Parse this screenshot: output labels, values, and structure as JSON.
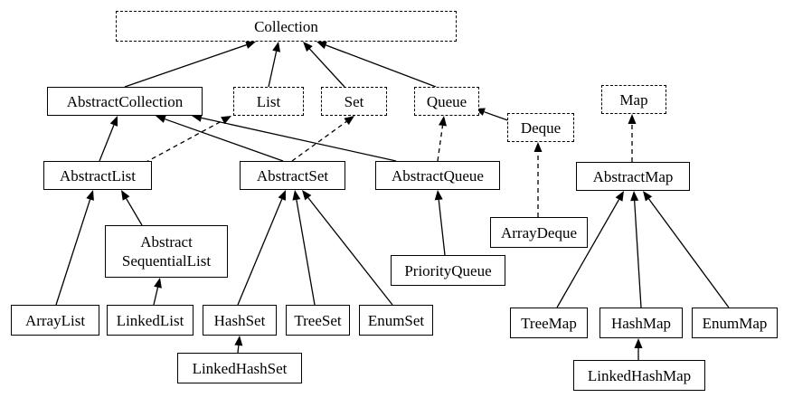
{
  "nodes": {
    "collection": {
      "label": "Collection",
      "kind": "interface"
    },
    "abstract_collection": {
      "label": "AbstractCollection",
      "kind": "class"
    },
    "list": {
      "label": "List",
      "kind": "interface"
    },
    "set": {
      "label": "Set",
      "kind": "interface"
    },
    "queue": {
      "label": "Queue",
      "kind": "interface"
    },
    "deque": {
      "label": "Deque",
      "kind": "interface"
    },
    "map": {
      "label": "Map",
      "kind": "interface"
    },
    "abstract_list": {
      "label": "AbstractList",
      "kind": "class"
    },
    "abstract_set": {
      "label": "AbstractSet",
      "kind": "class"
    },
    "abstract_queue": {
      "label": "AbstractQueue",
      "kind": "class"
    },
    "abstract_map": {
      "label": "AbstractMap",
      "kind": "class"
    },
    "array_deque": {
      "label": "ArrayDeque",
      "kind": "class"
    },
    "abstract_sequential_list": {
      "label_line1": "Abstract",
      "label_line2": "SequentialList",
      "kind": "class"
    },
    "priority_queue": {
      "label": "PriorityQueue",
      "kind": "class"
    },
    "array_list": {
      "label": "ArrayList",
      "kind": "class"
    },
    "linked_list": {
      "label": "LinkedList",
      "kind": "class"
    },
    "hash_set": {
      "label": "HashSet",
      "kind": "class"
    },
    "tree_set": {
      "label": "TreeSet",
      "kind": "class"
    },
    "enum_set": {
      "label": "EnumSet",
      "kind": "class"
    },
    "linked_hash_set": {
      "label": "LinkedHashSet",
      "kind": "class"
    },
    "tree_map": {
      "label": "TreeMap",
      "kind": "class"
    },
    "hash_map": {
      "label": "HashMap",
      "kind": "class"
    },
    "enum_map": {
      "label": "EnumMap",
      "kind": "class"
    },
    "linked_hash_map": {
      "label": "LinkedHashMap",
      "kind": "class"
    }
  },
  "edges": [
    {
      "from": "abstract_collection",
      "to": "collection",
      "style": "solid"
    },
    {
      "from": "list",
      "to": "collection",
      "style": "solid"
    },
    {
      "from": "set",
      "to": "collection",
      "style": "solid"
    },
    {
      "from": "queue",
      "to": "collection",
      "style": "solid"
    },
    {
      "from": "abstract_list",
      "to": "abstract_collection",
      "style": "solid"
    },
    {
      "from": "abstract_list",
      "to": "list",
      "style": "dashed"
    },
    {
      "from": "abstract_set",
      "to": "abstract_collection",
      "style": "solid"
    },
    {
      "from": "abstract_set",
      "to": "set",
      "style": "dashed"
    },
    {
      "from": "abstract_queue",
      "to": "abstract_collection",
      "style": "solid"
    },
    {
      "from": "abstract_queue",
      "to": "queue",
      "style": "dashed"
    },
    {
      "from": "deque",
      "to": "queue",
      "style": "solid"
    },
    {
      "from": "array_deque",
      "to": "deque",
      "style": "dashed"
    },
    {
      "from": "abstract_map",
      "to": "map",
      "style": "dashed"
    },
    {
      "from": "abstract_sequential_list",
      "to": "abstract_list",
      "style": "solid"
    },
    {
      "from": "array_list",
      "to": "abstract_list",
      "style": "solid"
    },
    {
      "from": "linked_list",
      "to": "abstract_sequential_list",
      "style": "solid"
    },
    {
      "from": "priority_queue",
      "to": "abstract_queue",
      "style": "solid"
    },
    {
      "from": "hash_set",
      "to": "abstract_set",
      "style": "solid"
    },
    {
      "from": "tree_set",
      "to": "abstract_set",
      "style": "solid"
    },
    {
      "from": "enum_set",
      "to": "abstract_set",
      "style": "solid"
    },
    {
      "from": "linked_hash_set",
      "to": "hash_set",
      "style": "solid"
    },
    {
      "from": "tree_map",
      "to": "abstract_map",
      "style": "solid"
    },
    {
      "from": "hash_map",
      "to": "abstract_map",
      "style": "solid"
    },
    {
      "from": "enum_map",
      "to": "abstract_map",
      "style": "solid"
    },
    {
      "from": "linked_hash_map",
      "to": "hash_map",
      "style": "solid"
    }
  ]
}
